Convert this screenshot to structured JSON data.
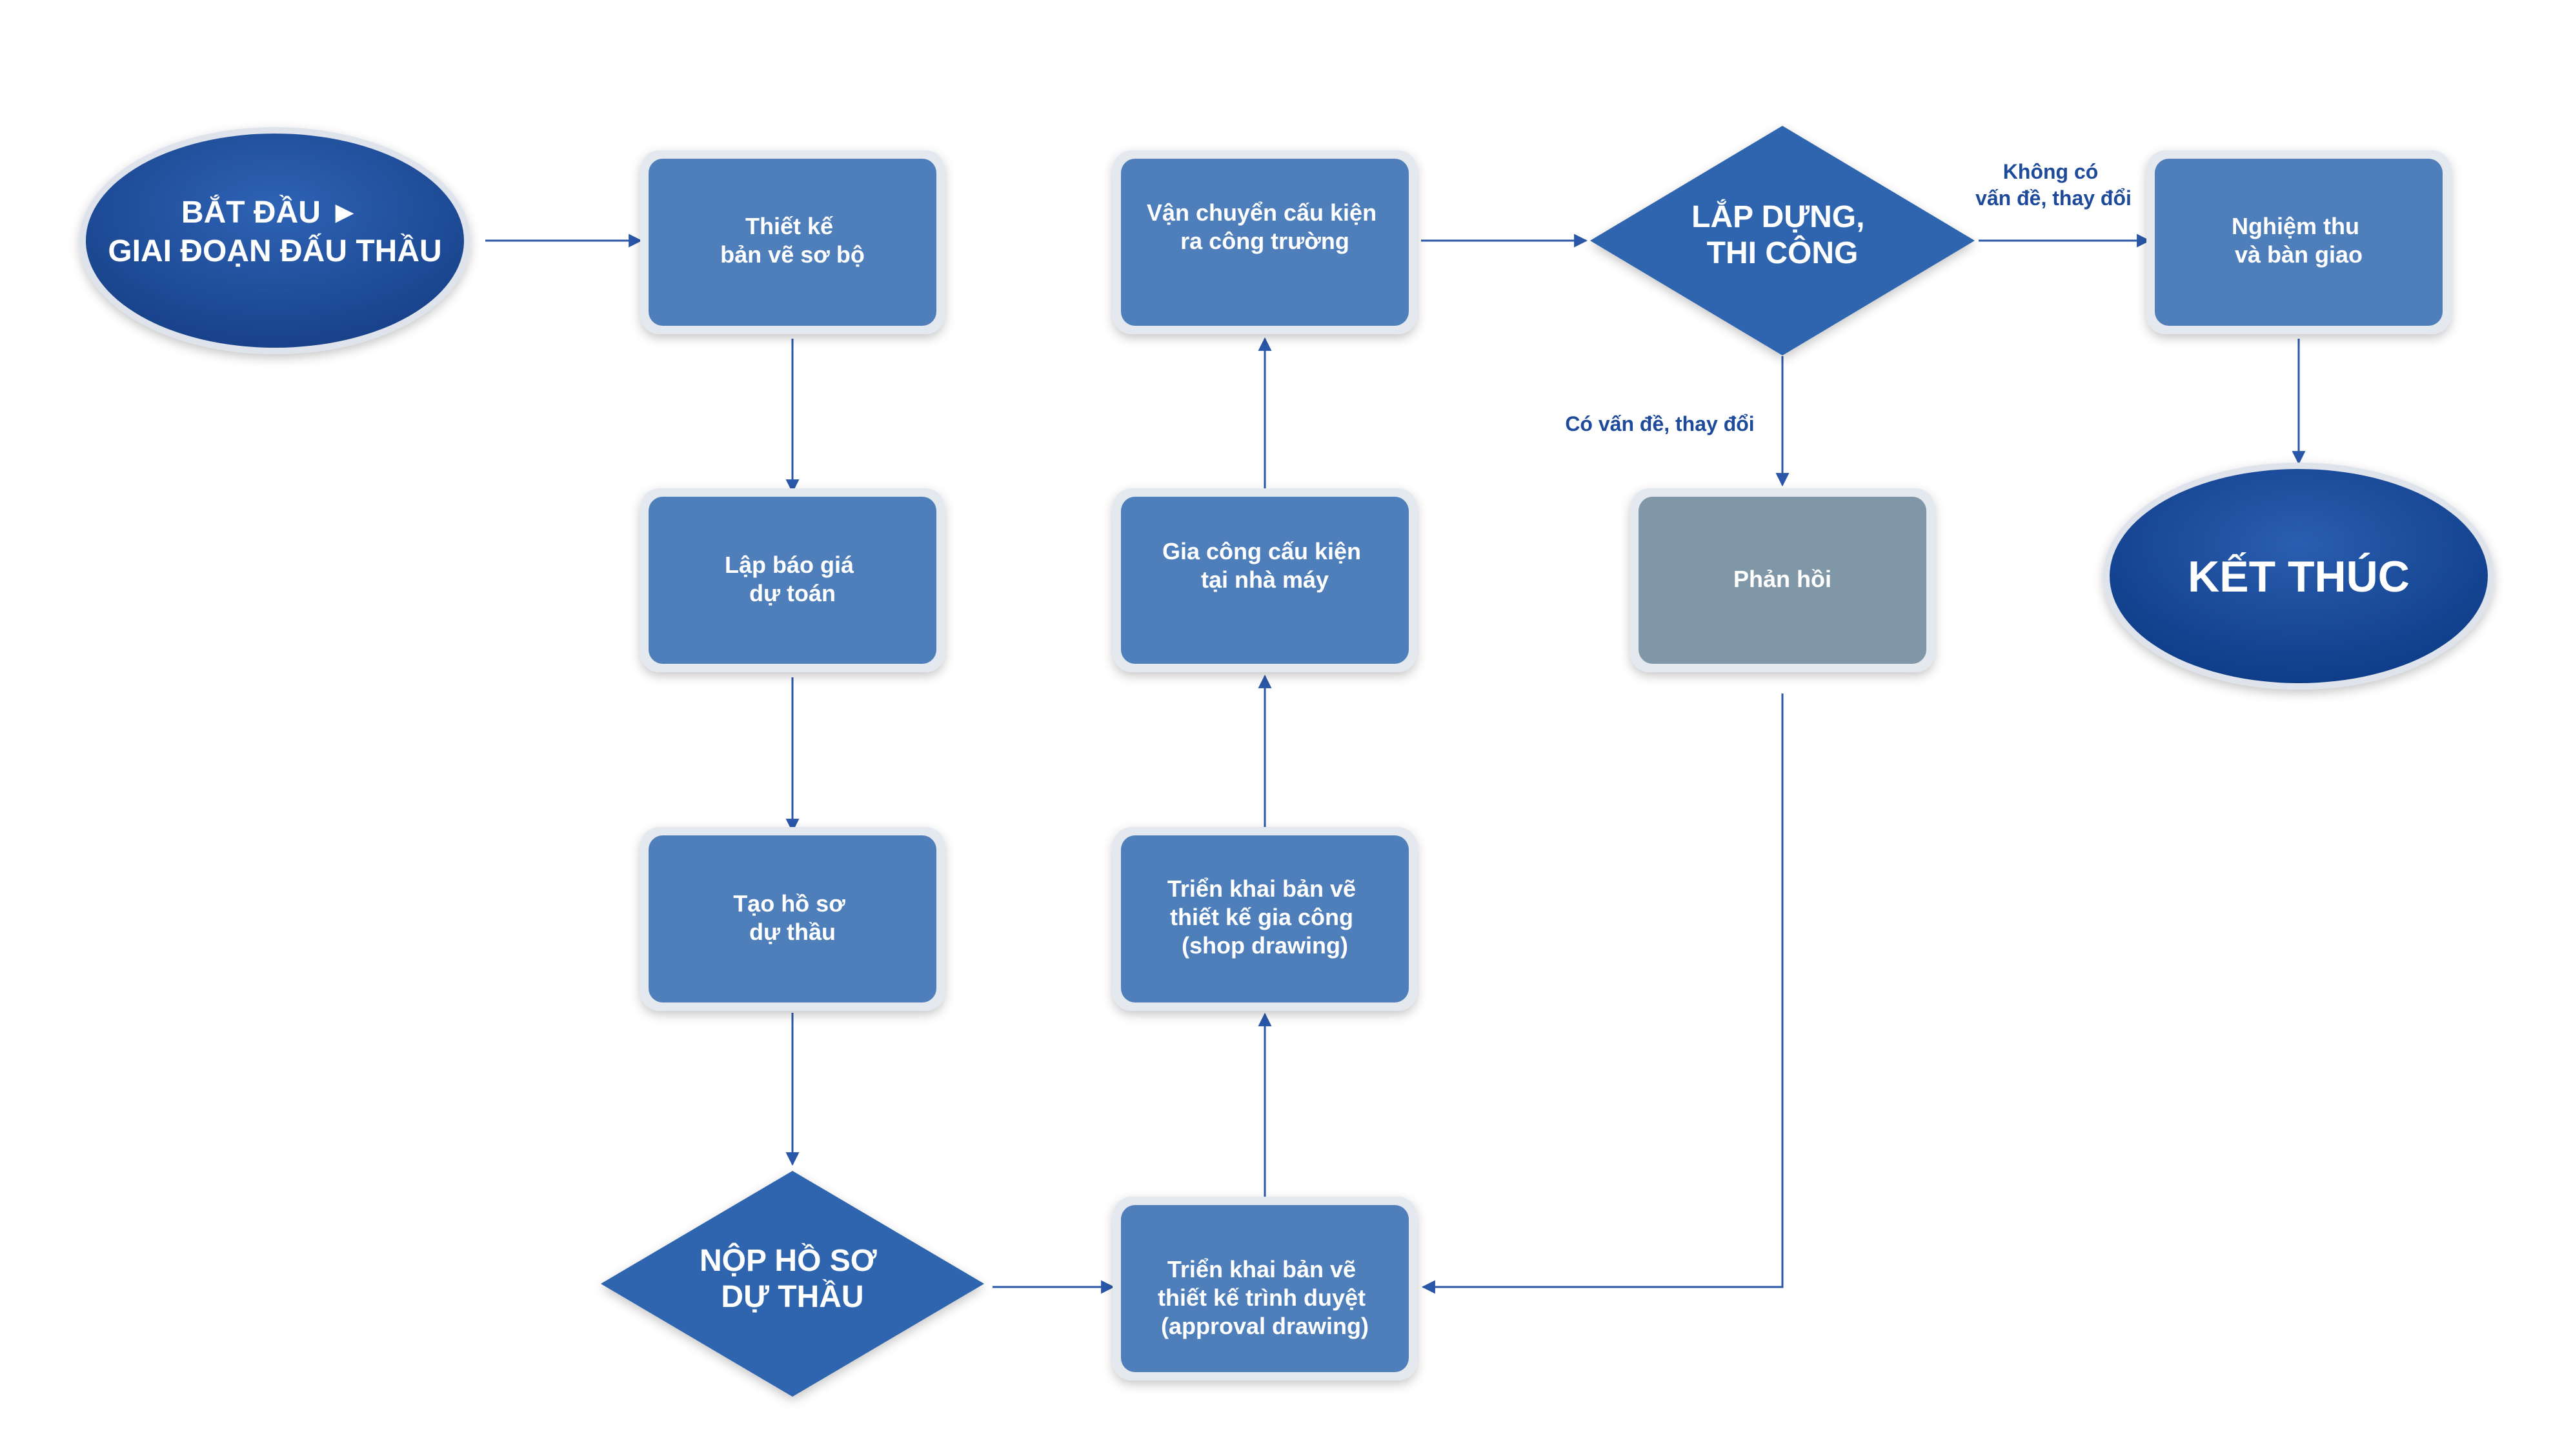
{
  "colors": {
    "process": "#4f7fba",
    "terminal_start": "#1d4e9e",
    "terminal_end": "#0d3f8f",
    "decision": "#2f65ae",
    "feedback": "#7f97a6",
    "arrow": "#2a57a8",
    "label": "#1e4a9a",
    "outline": "#e4e8ef"
  },
  "nodes": {
    "start": {
      "lines": [
        "BẮT ĐẦU ►",
        "GIAI ĐOẠN ĐẤU THẦU"
      ]
    },
    "design": {
      "lines": [
        "Thiết kế",
        "bản vẽ sơ bộ"
      ]
    },
    "quote": {
      "lines": [
        "Lập báo giá",
        "dự toán"
      ]
    },
    "bid_docs": {
      "lines": [
        "Tạo hồ sơ",
        "dự thầu"
      ]
    },
    "submit": {
      "lines": [
        "NỘP HỒ SƠ",
        "DỰ THẦU"
      ]
    },
    "approval": {
      "lines": [
        "Triển khai bản vẽ",
        "thiết kế trình duyệt",
        "(approval drawing)"
      ]
    },
    "shop": {
      "lines": [
        "Triển khai bản vẽ",
        "thiết kế gia công",
        "(shop drawing)"
      ]
    },
    "fabricate": {
      "lines": [
        "Gia công cấu kiện",
        "tại nhà máy"
      ]
    },
    "transport": {
      "lines": [
        "Vận chuyển cấu kiện",
        "ra công trường"
      ]
    },
    "erect": {
      "lines": [
        "LẮP DỰNG,",
        "THI CÔNG"
      ]
    },
    "feedback": {
      "lines": [
        "Phản hồi"
      ]
    },
    "accept": {
      "lines": [
        "Nghiệm thu",
        "và bàn giao"
      ]
    },
    "end": {
      "lines": [
        "KẾT THÚC"
      ]
    }
  },
  "edge_labels": {
    "no_issue": [
      "Không có",
      "vấn đề, thay đổi"
    ],
    "has_issue": [
      "Có vấn đề, thay đổi"
    ]
  }
}
